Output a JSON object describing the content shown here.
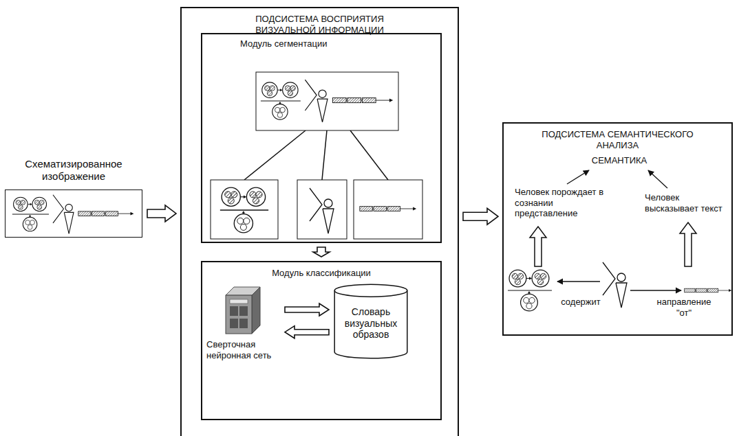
{
  "diagram": {
    "nodes": [
      {
        "text": [
          "Схематизированное изображение"
        ]
      },
      {
        "text": [
          "ПОДСИСТЕМА ВОСПРИЯТИЯ ВИЗУАЛЬНОЙ ИНФОРМАЦИИ"
        ]
      },
      {
        "text": [
          "Модуль сегментации"
        ],
        "in": 1
      },
      {
        "text": [
          "Модуль классификации"
        ],
        "in": 1
      },
      {
        "text": [
          "Сверточная нейронная сеть"
        ],
        "in": 3
      },
      {
        "text": [
          "Словарь визуальных образов"
        ],
        "in": 3
      },
      {
        "text": [
          "ПОДСИСТЕМА СЕМАНТИЧЕСКОГО АНАЛИЗА"
        ]
      }
    ],
    "edges": [
      {
        "from": 0,
        "to": 1,
        "arrow": "to"
      },
      {
        "from": 2,
        "to": 3,
        "arrow": "to"
      },
      {
        "from": 1,
        "to": 6,
        "arrow": "to"
      },
      {
        "from": 4,
        "to": 5,
        "arrow": "to"
      },
      {
        "from": 5,
        "to": 4,
        "arrow": "to"
      }
    ],
    "labels": [
      "СЕМАНТИКА",
      "Человек порождает в сознании представление",
      "Человек высказывает текст",
      "содержит",
      "направление \"от\""
    ]
  }
}
